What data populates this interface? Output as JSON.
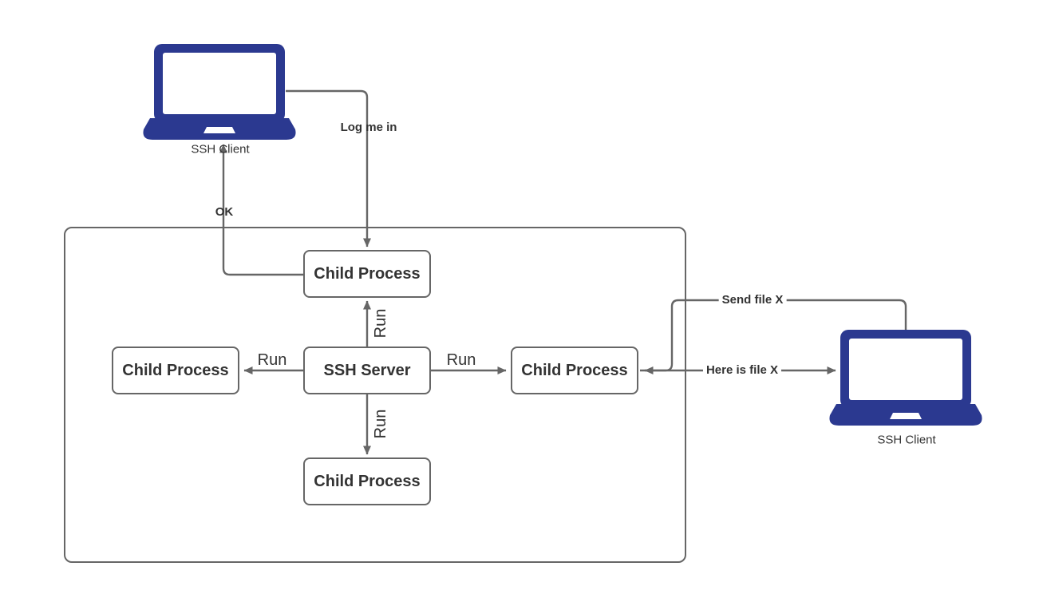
{
  "diagram": {
    "background": "#ffffff",
    "colors": {
      "laptop": "#2b3990",
      "line": "#666666",
      "text": "#333333",
      "node_fill": "#ffffff",
      "node_border": "#666666"
    },
    "clients": {
      "left": {
        "label": "SSH Client"
      },
      "right": {
        "label": "SSH Client"
      }
    },
    "nodes": {
      "child_top": {
        "label": "Child Process"
      },
      "child_left": {
        "label": "Child Process"
      },
      "ssh_server": {
        "label": "SSH Server"
      },
      "child_right": {
        "label": "Child Process"
      },
      "child_bottom": {
        "label": "Child Process"
      }
    },
    "edges": {
      "log_me_in": {
        "label": "Log me in",
        "from": "ssh-client-left",
        "to": "child-process-top"
      },
      "ok": {
        "label": "OK",
        "from": "child-process-top",
        "to": "ssh-client-left"
      },
      "run_up": {
        "label": "Run",
        "from": "ssh-server",
        "to": "child-process-top"
      },
      "run_left": {
        "label": "Run",
        "from": "ssh-server",
        "to": "child-process-left"
      },
      "run_right": {
        "label": "Run",
        "from": "ssh-server",
        "to": "child-process-right"
      },
      "run_down": {
        "label": "Run",
        "from": "ssh-server",
        "to": "child-process-bottom"
      },
      "send_file": {
        "label": "Send file X",
        "from": "ssh-client-right",
        "to": "child-process-right"
      },
      "here_is_file": {
        "label": "Here is file X",
        "from": "child-process-right",
        "to": "ssh-client-right"
      }
    }
  }
}
